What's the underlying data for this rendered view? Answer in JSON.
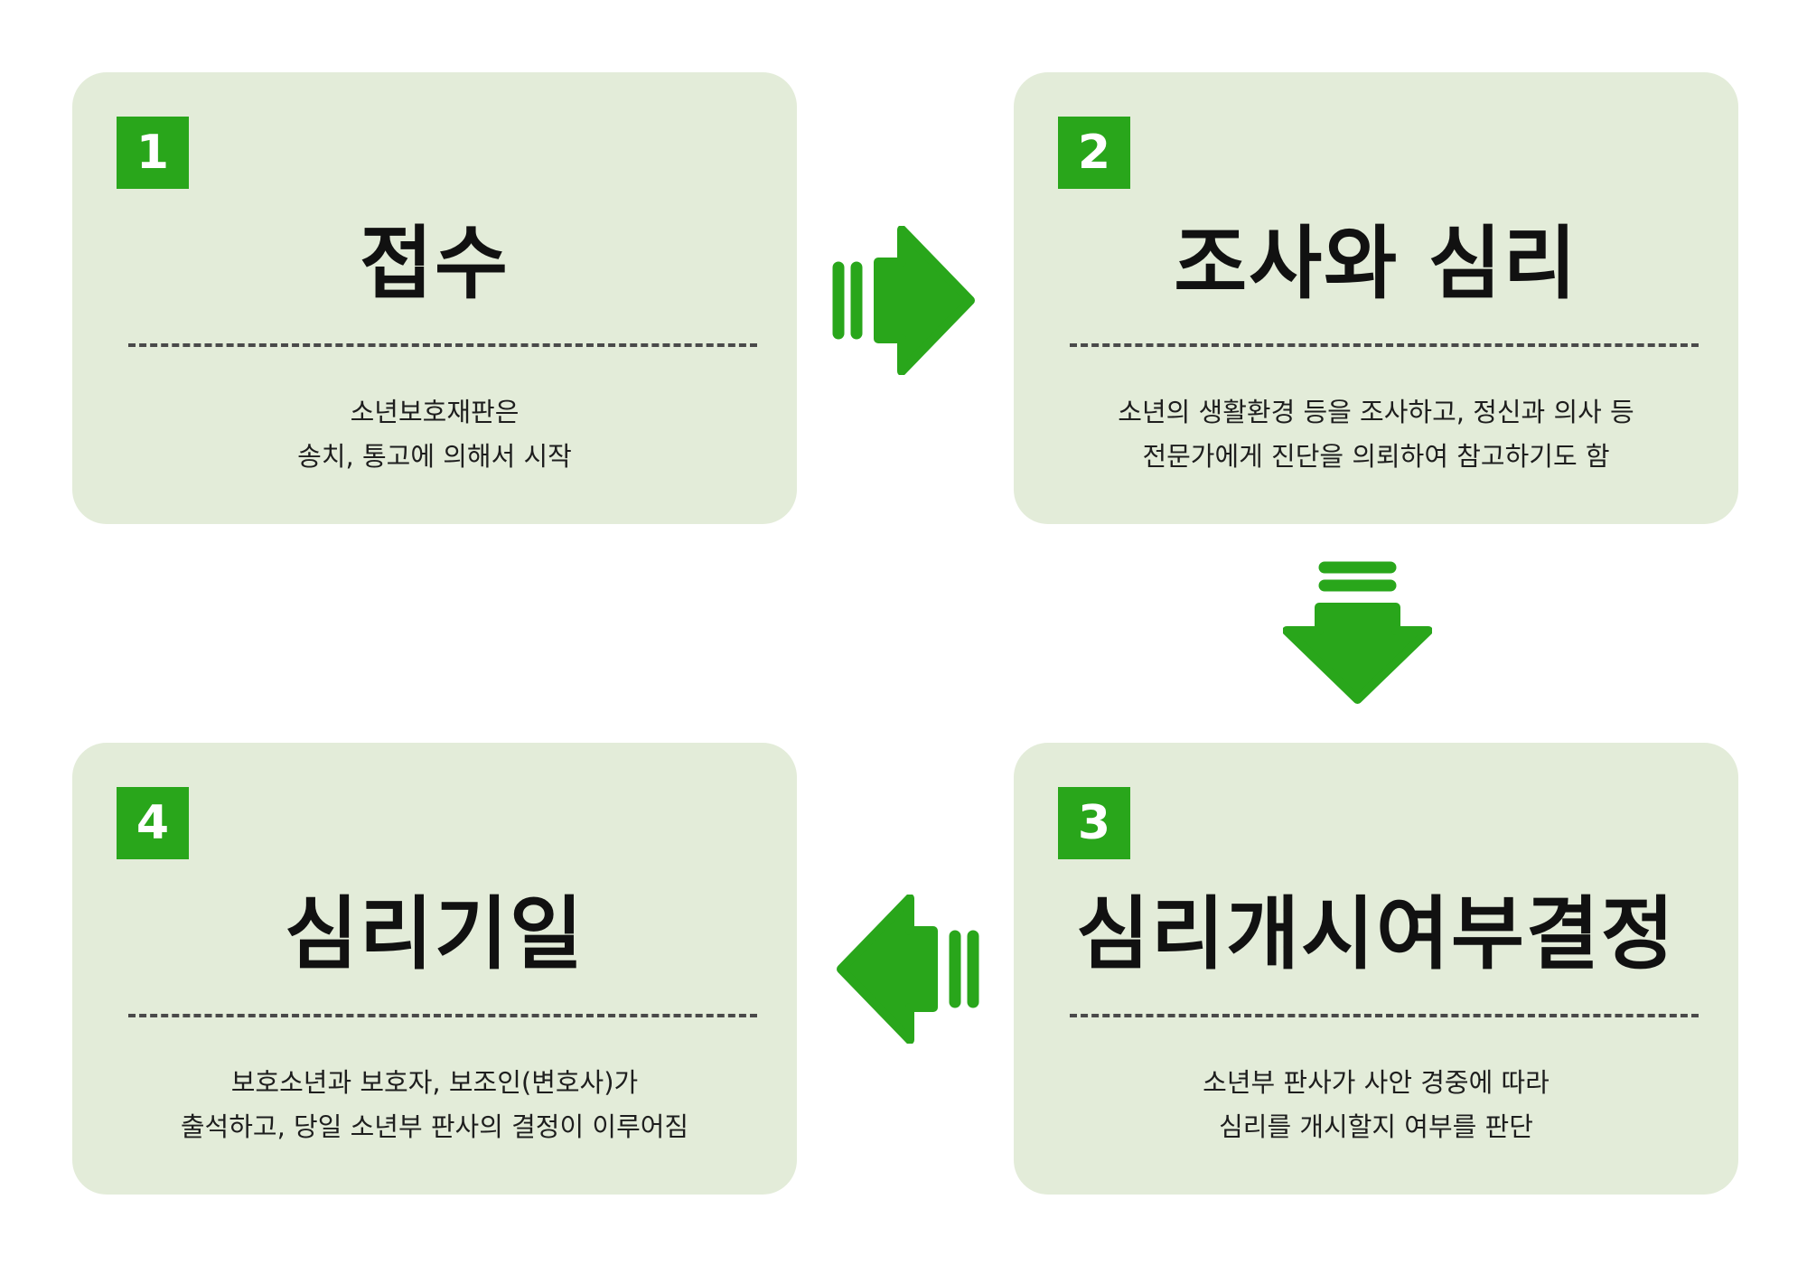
{
  "colors": {
    "accent": "#29a61b",
    "card_bg": "#e3ecd9",
    "text": "#111111"
  },
  "steps": [
    {
      "number": "1",
      "title": "접수",
      "desc": [
        "소년보호재판은",
        "송치, 통고에 의해서 시작"
      ]
    },
    {
      "number": "2",
      "title": "조사와 심리",
      "desc": [
        "소년의 생활환경 등을 조사하고, 정신과 의사 등",
        "전문가에게 진단을 의뢰하여 참고하기도 함"
      ]
    },
    {
      "number": "3",
      "title": "심리개시여부결정",
      "desc": [
        "소년부 판사가 사안 경중에 따라",
        "심리를 개시할지 여부를 판단"
      ]
    },
    {
      "number": "4",
      "title": "심리기일",
      "desc": [
        "보호소년과 보호자, 보조인(변호사)가",
        "출석하고, 당일 소년부 판사의 결정이 이루어짐"
      ]
    }
  ],
  "arrows": [
    {
      "icon": "arrow-right-icon"
    },
    {
      "icon": "arrow-down-icon"
    },
    {
      "icon": "arrow-left-icon"
    }
  ]
}
